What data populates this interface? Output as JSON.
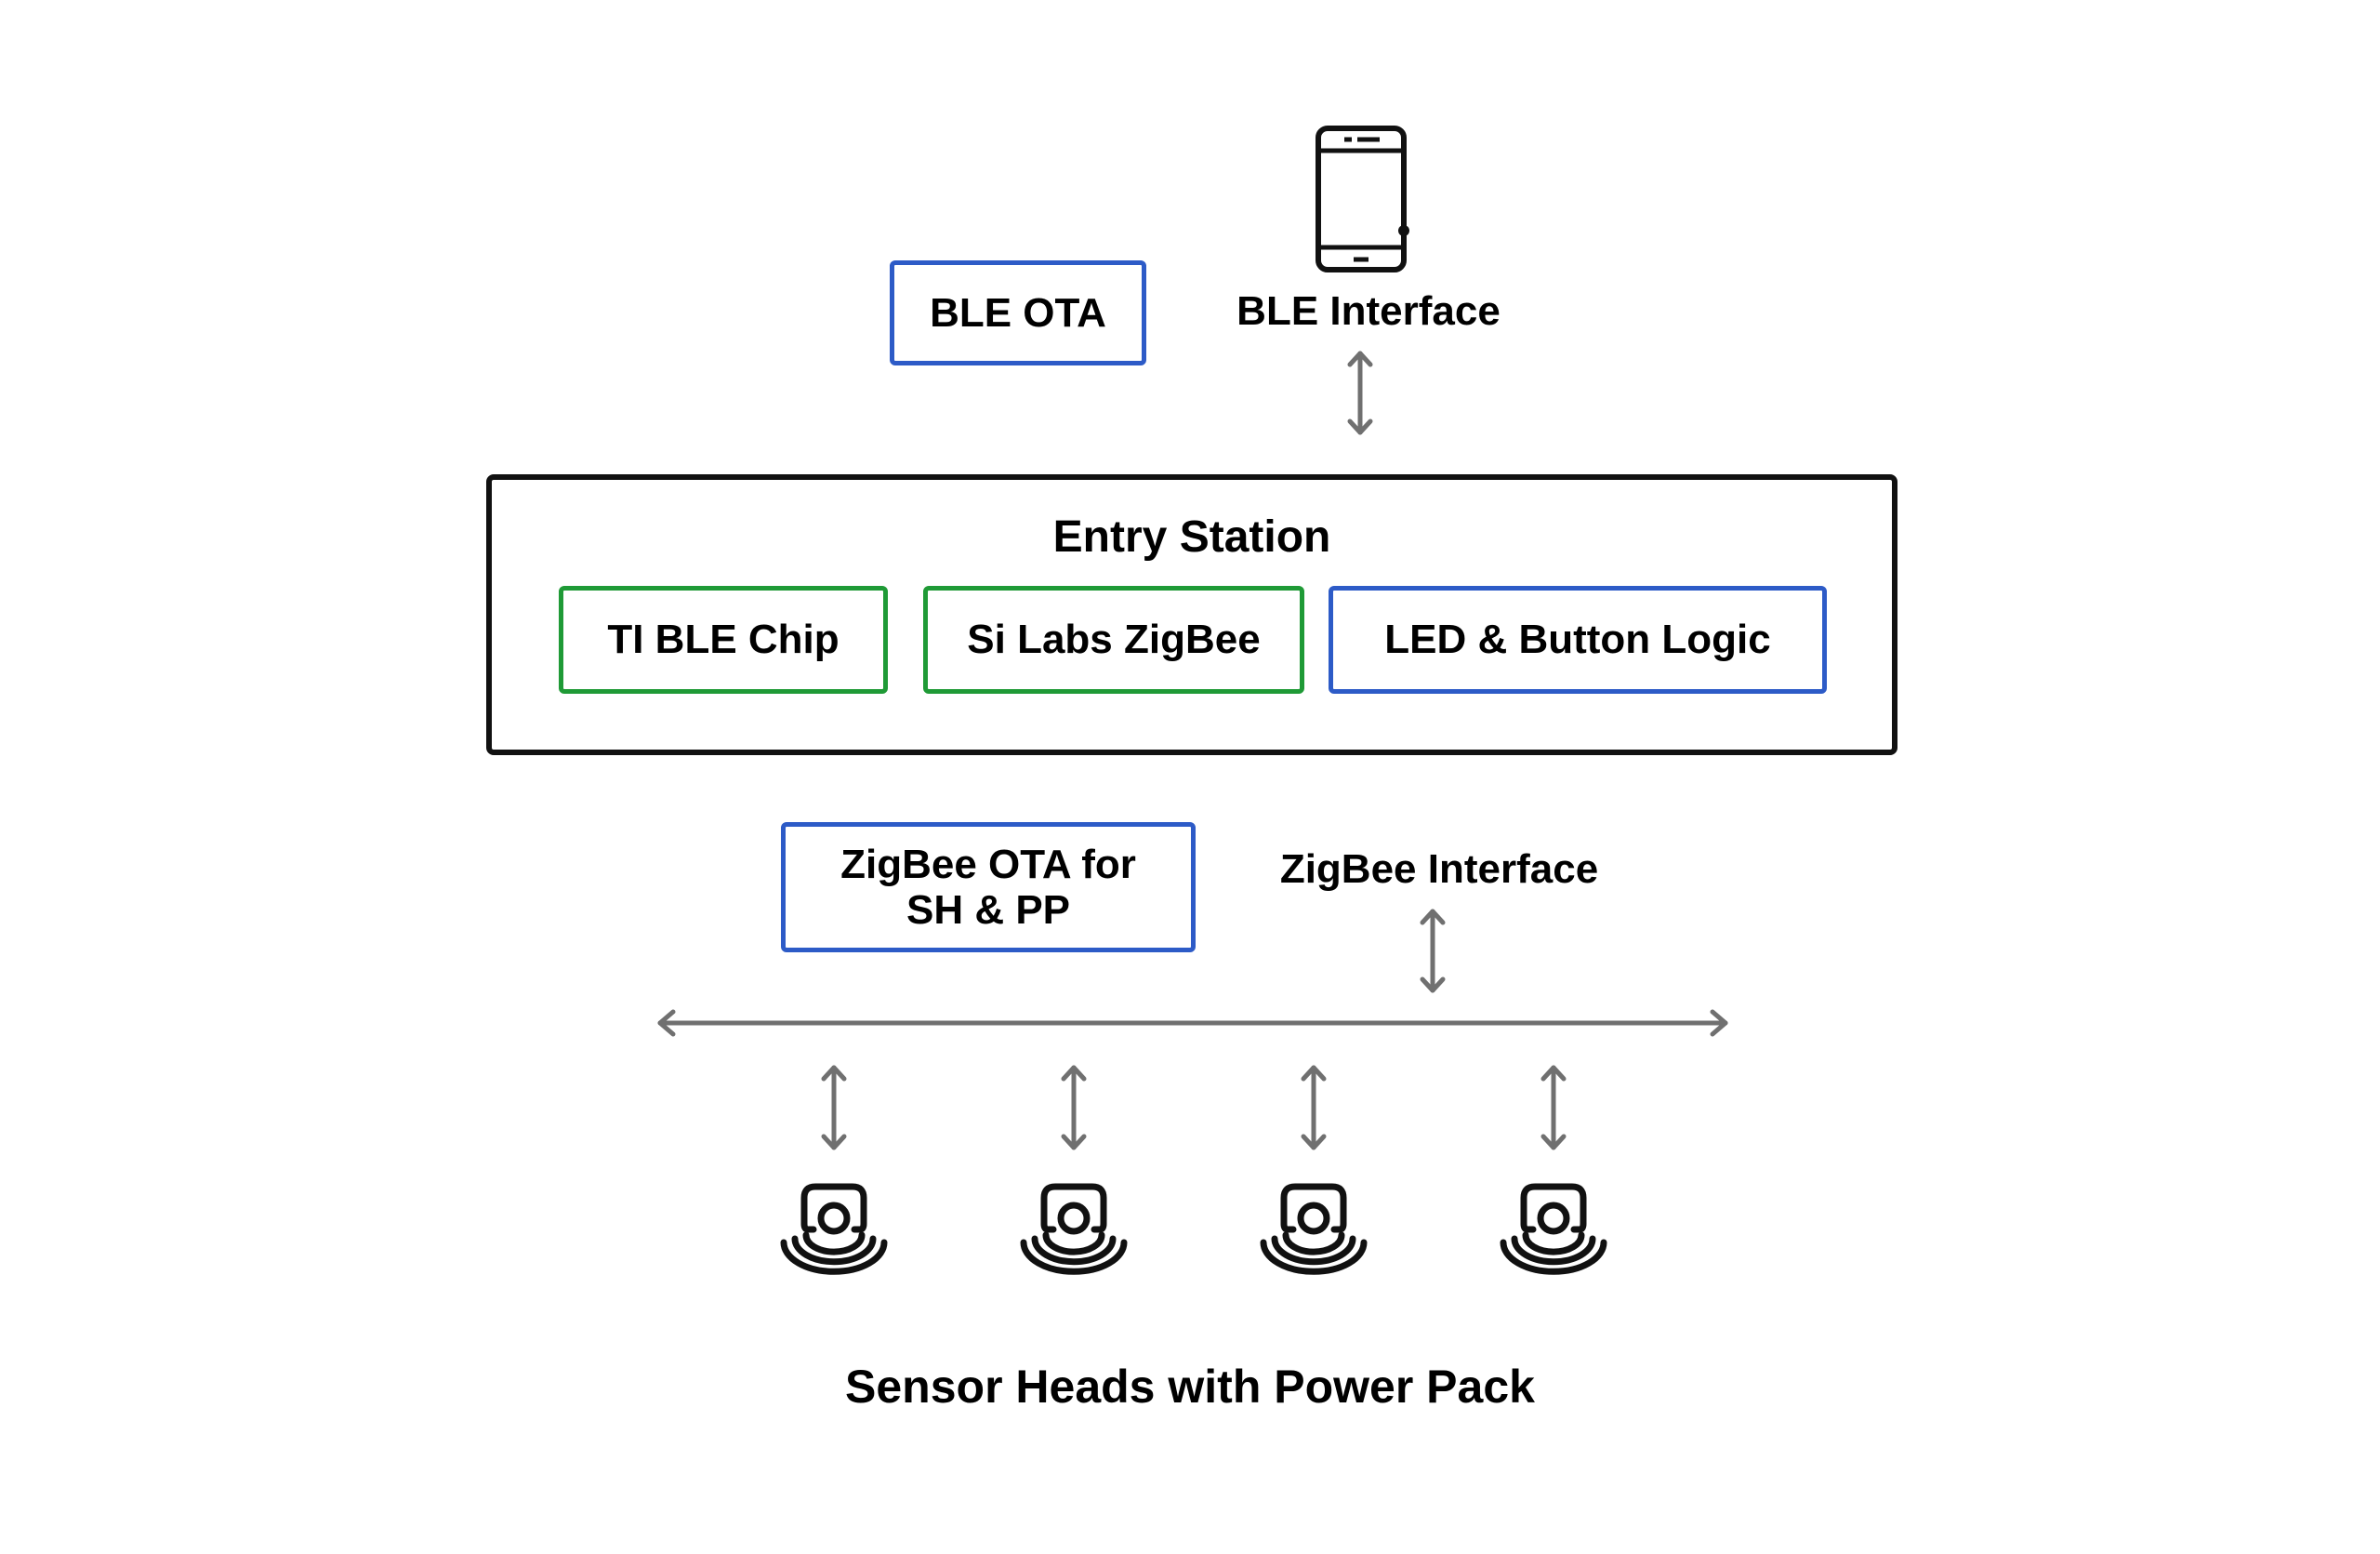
{
  "ble": {
    "ota_label": "BLE OTA",
    "interface_label": "BLE Interface",
    "device_icon": "smartphone-icon"
  },
  "entry_station": {
    "title": "Entry Station",
    "modules": [
      {
        "label": "TI BLE Chip",
        "color": "#1f9a36"
      },
      {
        "label": "Si Labs ZigBee",
        "color": "#1f9a36"
      },
      {
        "label": "LED & Button Logic",
        "color": "#2d5bc7"
      }
    ]
  },
  "zigbee": {
    "ota_line1": "ZigBee OTA for",
    "ota_line2": "SH & PP",
    "interface_label": "ZigBee Interface"
  },
  "sensors": {
    "icon": "sensor-head-icon",
    "count": 4,
    "caption": "Sensor Heads with Power Pack"
  },
  "colors": {
    "blue_border": "#2d5bc7",
    "green_border": "#1f9a36",
    "arrow_gray": "#707070"
  }
}
